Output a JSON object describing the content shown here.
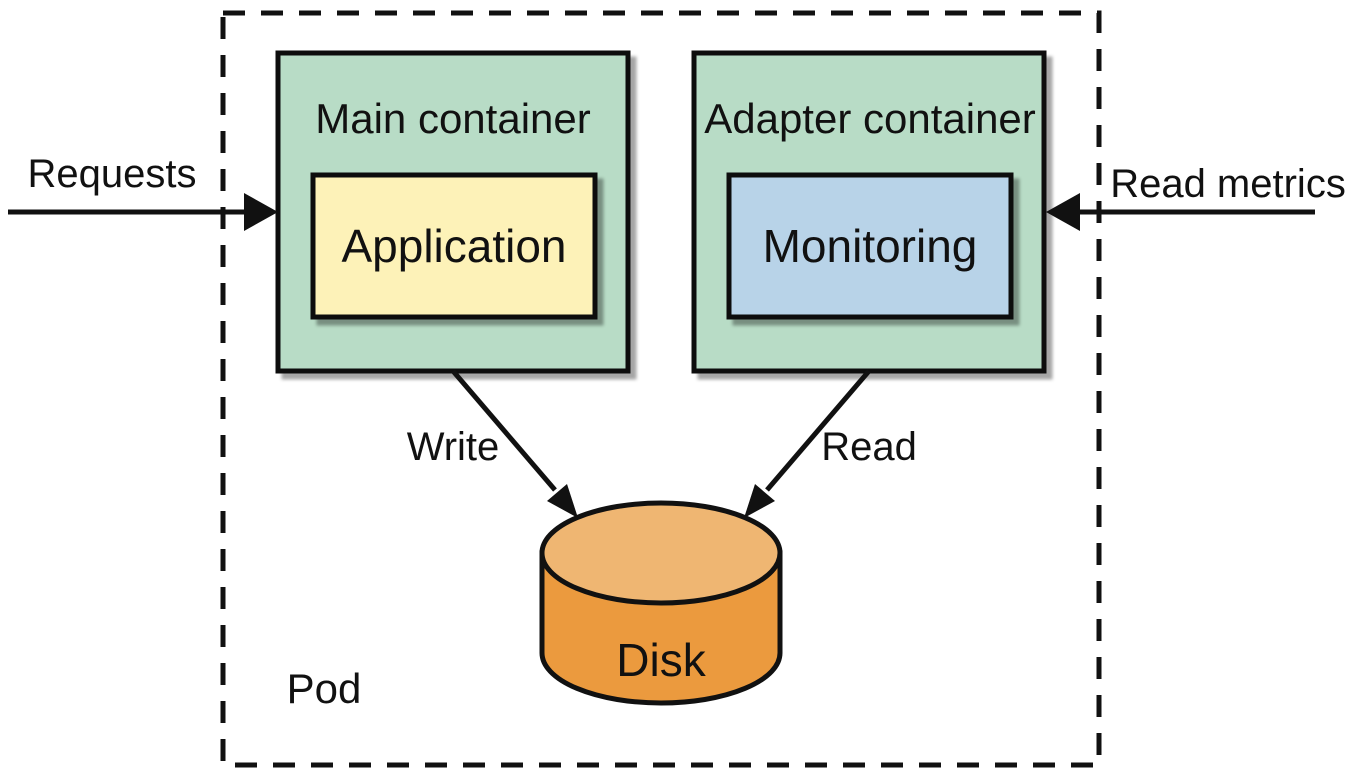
{
  "pod": {
    "label": "Pod"
  },
  "main_container": {
    "title": "Main container",
    "inner": "Application",
    "fill": "#b8dcc6",
    "inner_fill": "#fdf2b8"
  },
  "adapter_container": {
    "title": "Adapter container",
    "inner": "Monitoring",
    "fill": "#b8dcc6",
    "inner_fill": "#b8d3e8"
  },
  "disk": {
    "label": "Disk",
    "fill": "#eb9a3e",
    "top_fill": "#efb672"
  },
  "edges": {
    "requests": "Requests",
    "read_metrics": "Read metrics",
    "write": "Write",
    "read": "Read"
  }
}
